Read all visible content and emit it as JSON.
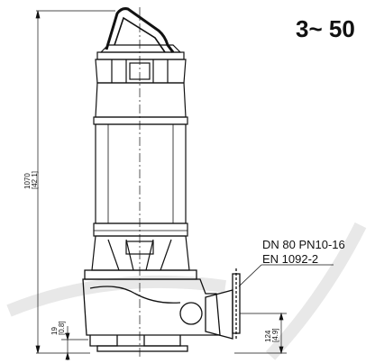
{
  "header": {
    "power_label": "3~ 50"
  },
  "flange": {
    "line1": "DN 80 PN10-16",
    "line2": "EN 1092-2"
  },
  "dimensions": {
    "height_mm": "1070",
    "height_in": "[42.1]",
    "base_mm": "19",
    "base_in": "[0.8]",
    "outlet_mm": "124",
    "outlet_in": "[4.9]"
  },
  "colors": {
    "line": "#111111",
    "watermark": "#e6e6e6"
  }
}
